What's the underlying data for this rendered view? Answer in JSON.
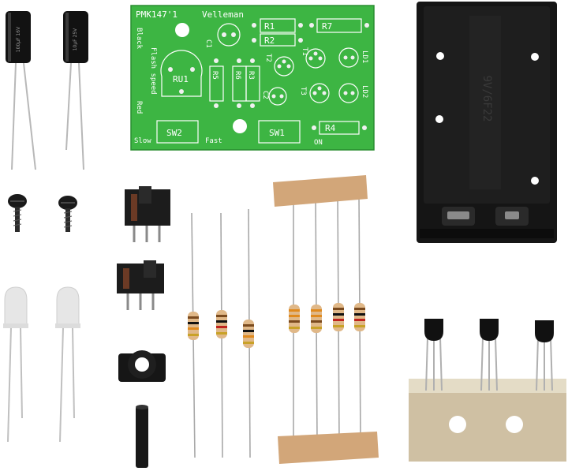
{
  "pcb": {
    "model": "PMK147'1",
    "brand": "Velleman",
    "labels": {
      "r1": "R1",
      "r2": "R2",
      "r7": "R7",
      "c1": "C1",
      "t2": "T2",
      "t1": "T1",
      "ld1": "LD1",
      "ld2": "LD2",
      "ru1": "RU1",
      "r5": "R5",
      "r6": "R6",
      "r3": "R3",
      "c2": "C2",
      "t3": "T3",
      "sw2": "SW2",
      "sw1": "SW1",
      "r4": "R4",
      "slow": "Slow",
      "fast": "Fast",
      "on": "ON",
      "flash_speed": "Flash speed",
      "black": "Black",
      "red": "Red"
    }
  },
  "battery_holder": {
    "label": "9V/6F22"
  },
  "colors": {
    "pcb_green": "#3db543",
    "holder_black": "#151515",
    "tape_tan": "#d2a679",
    "resistor_body": "#e0b888"
  }
}
